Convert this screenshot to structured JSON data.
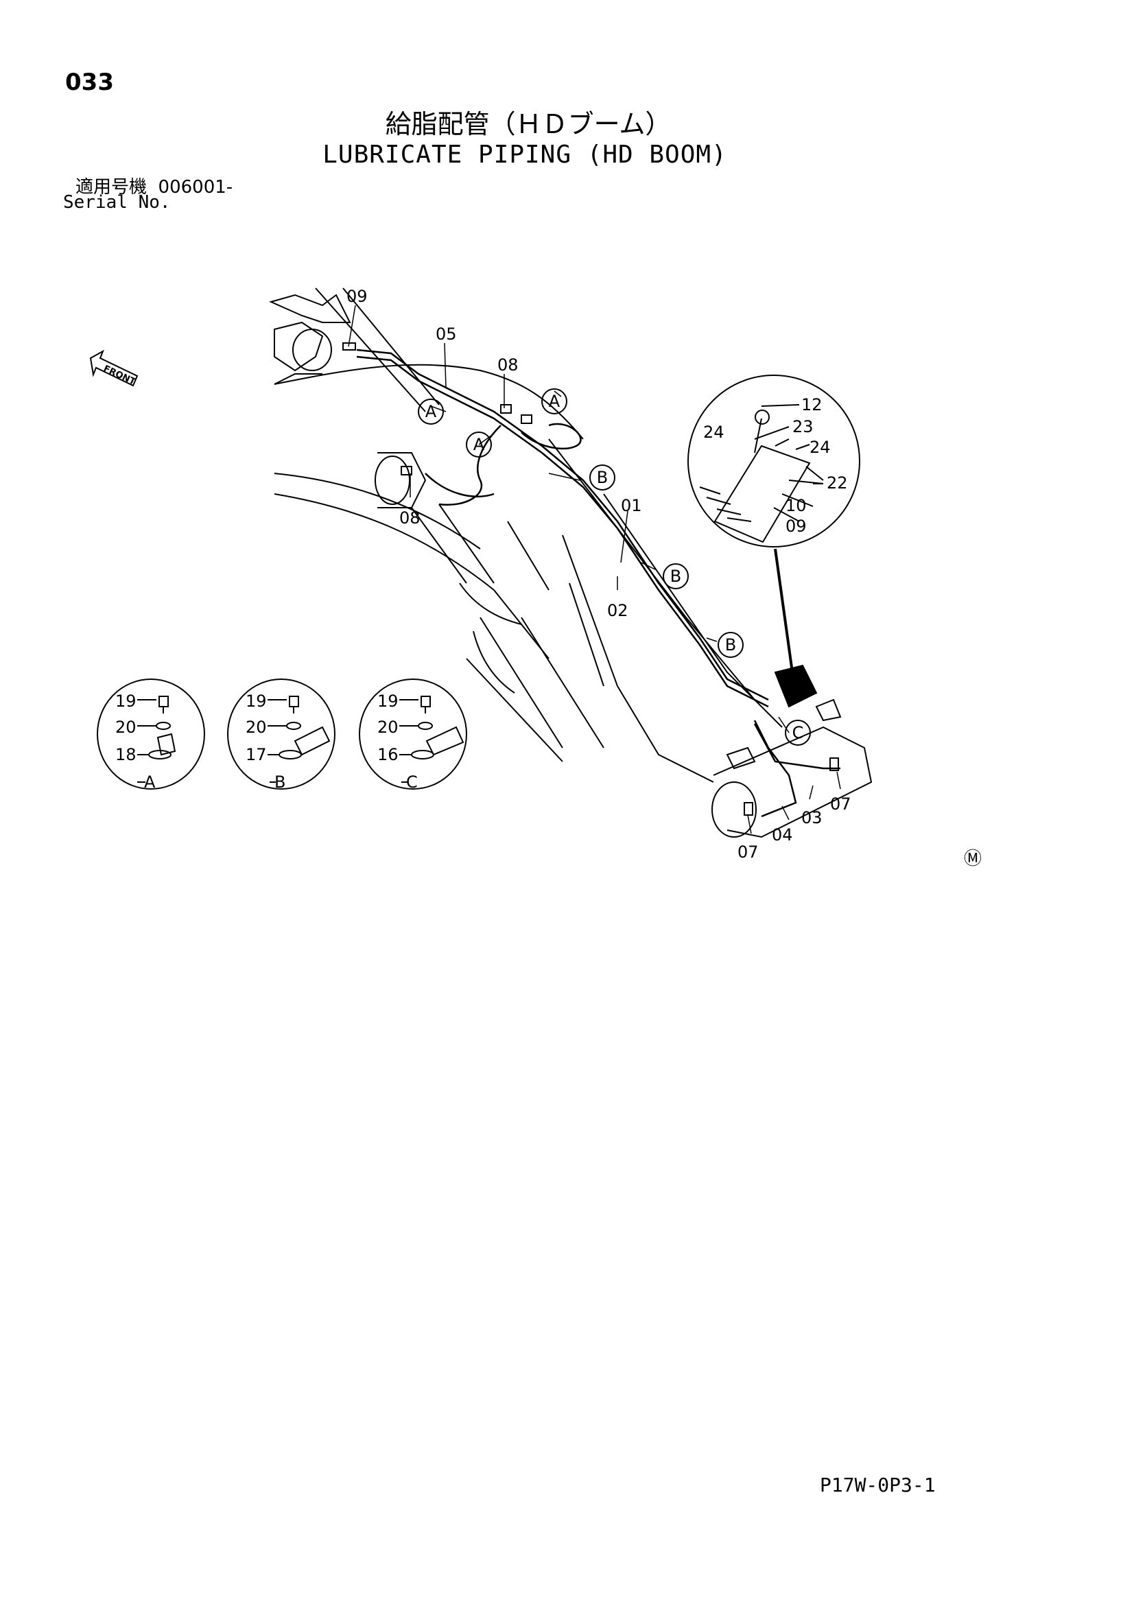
{
  "header": {
    "page_number": "033",
    "title_jp": "給脂配管（ＨＤブーム）",
    "title_en": "LUBRICATE PIPING (HD BOOM)",
    "serial_label_jp": "適用号機",
    "serial_value": "006001-",
    "serial_label_en": "Serial No."
  },
  "diagram": {
    "front_label": "FRONT",
    "part_labels": {
      "p01": "01",
      "p02": "02",
      "p03": "03",
      "p04": "04",
      "p05": "05",
      "p07a": "07",
      "p07b": "07",
      "p08a": "08",
      "p08b": "08",
      "p09": "09",
      "p12": "12",
      "p23": "23",
      "p24a": "24",
      "p24b": "24",
      "p22": "22",
      "p10": "10",
      "p09b": "09"
    },
    "callouts": [
      "A",
      "A",
      "A",
      "B",
      "B",
      "B",
      "C"
    ],
    "details": [
      {
        "name": "A",
        "parts": [
          "19",
          "20",
          "18"
        ]
      },
      {
        "name": "B",
        "parts": [
          "19",
          "20",
          "17"
        ]
      },
      {
        "name": "C",
        "parts": [
          "19",
          "20",
          "16"
        ]
      }
    ],
    "marker": "Ⓜ"
  },
  "footer": {
    "code": "P17W-0P3-1"
  }
}
